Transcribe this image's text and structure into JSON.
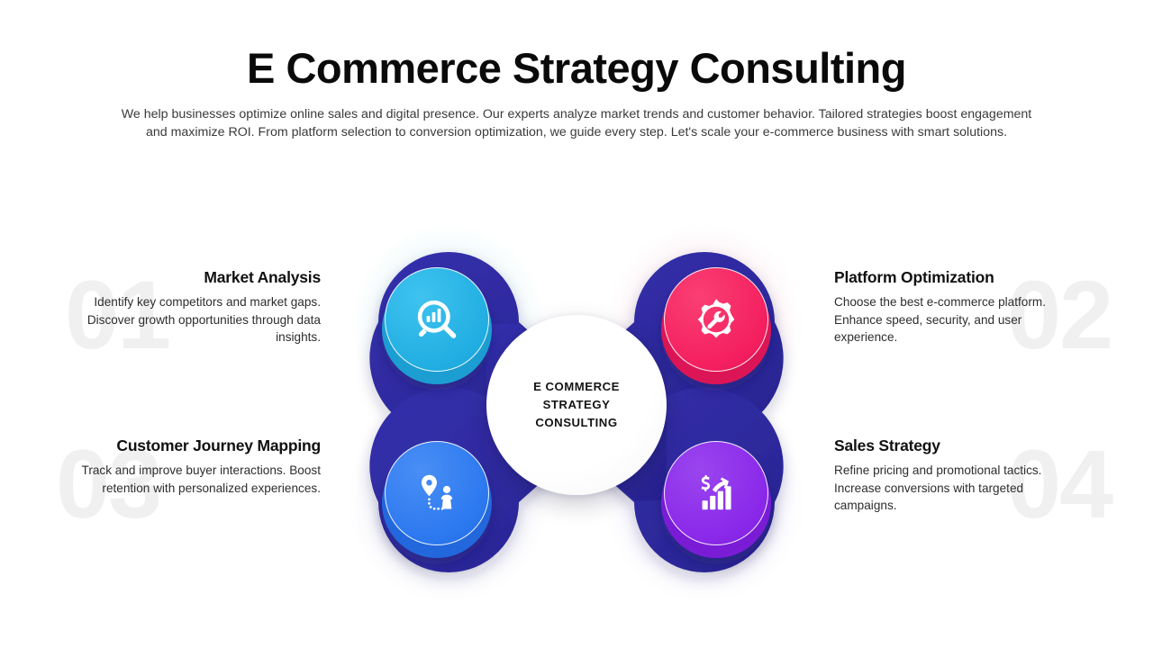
{
  "header": {
    "title": "E Commerce Strategy Consulting",
    "subtitle": "We help businesses optimize online sales and digital presence. Our experts analyze market trends and customer behavior. Tailored strategies boost engagement and maximize ROI. From platform selection to conversion optimization, we guide every step. Let's scale your e-commerce business with smart solutions."
  },
  "hub": {
    "line1": "E COMMERCE",
    "line2": "STRATEGY",
    "line3": "CONSULTING"
  },
  "items": [
    {
      "number": "01",
      "title": "Market Analysis",
      "body": "Identify key competitors and market gaps. Discover growth opportunities through data insights.",
      "icon": "magnifier-bar-chart-icon",
      "color": "#21aee2",
      "position": "top-left"
    },
    {
      "number": "02",
      "title": "Platform Optimization",
      "body": "Choose the best e-commerce platform. Enhance speed, security, and user experience.",
      "icon": "gear-wrench-icon",
      "color": "#f41f5f",
      "position": "top-right"
    },
    {
      "number": "03",
      "title": "Customer Journey Mapping",
      "body": "Track and improve buyer interactions. Boost retention with personalized experiences.",
      "icon": "map-pin-person-path-icon",
      "color": "#2b78ef",
      "position": "bottom-left"
    },
    {
      "number": "04",
      "title": "Sales Strategy",
      "body": "Refine pricing and promotional tactics. Increase conversions with targeted campaigns.",
      "icon": "dollar-growth-chart-icon",
      "color": "#8a28e9",
      "position": "bottom-right"
    }
  ],
  "colors": {
    "navy": "#2e2a9e",
    "navy_dark": "#272295",
    "background": "#ffffff",
    "ghost_number": "#f0f0f0",
    "title_text": "#0a0a0a"
  }
}
